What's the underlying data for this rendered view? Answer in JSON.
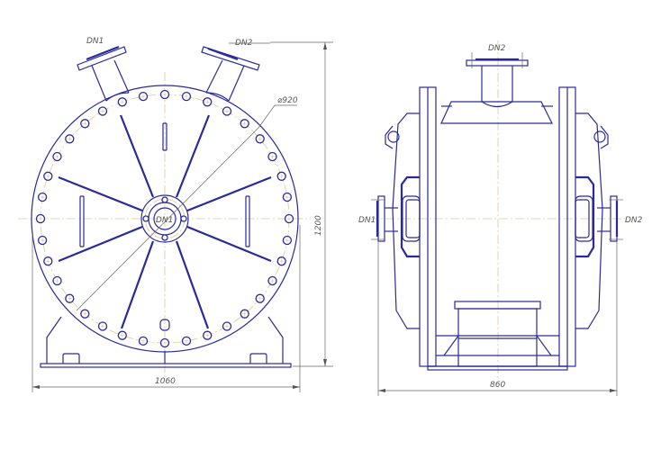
{
  "drawing": {
    "type": "technical drawing - heat exchanger, two orthographic views",
    "colors": {
      "outline": "#2a2a9a",
      "centerline": "#d8c89a",
      "dimension": "#666666",
      "background": "#ffffff"
    },
    "front_view": {
      "labels": {
        "nozzle_left": "DN1",
        "nozzle_right": "DN2",
        "hub": "DN1",
        "diameter": "⌀920"
      },
      "dimensions": {
        "width": "1060",
        "height": "1200"
      },
      "bolt_count": 36
    },
    "side_view": {
      "labels": {
        "nozzle_top": "DN2",
        "nozzle_left": "DN1",
        "nozzle_right": "DN2"
      },
      "dimensions": {
        "width": "860"
      }
    }
  }
}
